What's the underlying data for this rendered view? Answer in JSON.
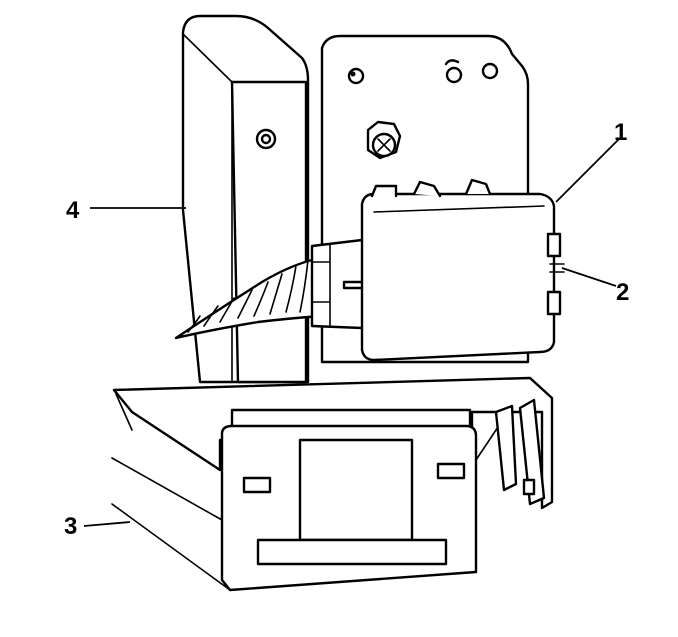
{
  "callouts": [
    {
      "id": "1",
      "text": "1"
    },
    {
      "id": "2",
      "text": "2"
    },
    {
      "id": "3",
      "text": "3"
    },
    {
      "id": "4",
      "text": "4"
    }
  ],
  "colors": {
    "line": "#000000",
    "background": "#ffffff"
  },
  "icons": [
    "bolt-icon",
    "nut-icon",
    "wire-harness-icon",
    "connector-icon"
  ]
}
